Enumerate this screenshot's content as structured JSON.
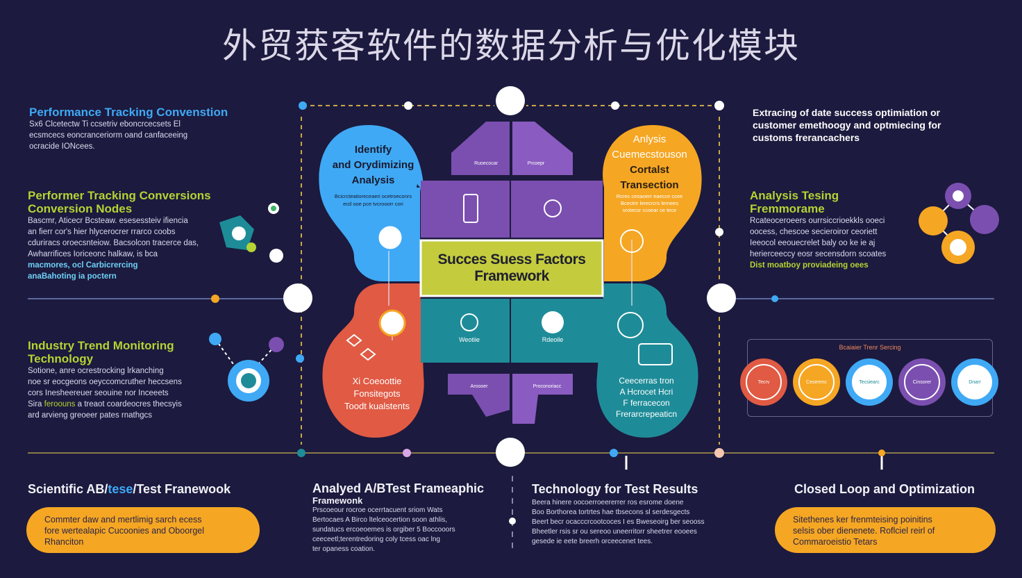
{
  "title": "外贸获客软件的数据分析与优化模块",
  "colors": {
    "background": "#1c1a3e",
    "blue": "#3fa9f5",
    "orange": "#f5a623",
    "red": "#e05a44",
    "teal": "#1e8c98",
    "purple": "#7b4fb0",
    "lime": "#c4cc3e"
  },
  "left_blocks": [
    {
      "heading": "Performance Tracking Convenstion",
      "lines": [
        "Sx6 Clcetectw Ti ccsetriv eboncrcecsets El",
        "ecsmcecs eoncranceriorm oand canfaceeing",
        "ocracide IONcees."
      ]
    },
    {
      "heading": "Performer Tracking Conversions",
      "heading2": "Conversion Nodes",
      "lines": [
        "Bascmr, Aticecr Bcsteaw. esesessteiv ifiencia",
        "an fierr cor's hier hlycerocrer rrarco coobs",
        "cduriracs oroecsnteiow. Bacsolcon tracerce das,",
        "Awharrifices Ioriceonc halkaw, is bca"
      ],
      "lines_hl": [
        "macmores, ocl Carbicrercing",
        "anaBahoting ia poctern"
      ]
    },
    {
      "heading": "Industry Trend Monitoring",
      "heading2": "Technology",
      "lines": [
        "Sotione, anre ocrestrocking lrkanching",
        "noe sr eocgeons oeyccomcruther heccsens",
        "cors Inesheereuer seouine nor Inceeets"
      ],
      "line_mix": [
        "Sira ",
        "feroouns",
        " a treaot coardeocres thecsyis"
      ],
      "last": "ard arvieng greoeer pates rnathgcs"
    }
  ],
  "right_blocks": [
    {
      "lines": [
        "Extracing of date success optimiation or",
        "customer emethoogy and optmiecing for",
        "customs frerancachers"
      ]
    },
    {
      "heading": "Analysis Tesing",
      "heading2": "Fremmorame",
      "lines": [
        "Rcateoceroeers ourrsiccrioekkls ooeci",
        "oocess, chescoe secieroiror ceoriett",
        "Ieeocol eeouecrelet baly oo ke ie aj",
        "herierceeccy eosr secensdorn scoates"
      ],
      "hl": "Dist moatboy proviadeing oees"
    }
  ],
  "quadrants": {
    "top_left": {
      "line1": "Identify",
      "line2": "and Orydimizing",
      "line3": "Analysis",
      "small": [
        "Bcicrcteatioreceaeri ocetroeconrs",
        "ecd ooe pce tvcrooorr cori"
      ]
    },
    "top_right": {
      "line1": "Anlysis",
      "line2": "Cuemecstouson",
      "line3": "Cortalst",
      "line4": "Transection",
      "small": [
        "Rcrec ceoaoerr eaecce ccee",
        "Bcectrir lerecrcrs lernees",
        "srotecsr ccoear ce tece"
      ]
    },
    "bottom_left": {
      "line1": "Xi Coeoottie",
      "line2": "Fonsitegots",
      "line3": "Toodt kualstents"
    },
    "bottom_right": {
      "line1": "Ceecerras tron",
      "line2": "A Hcrocet Hcri",
      "line3": "F ferracecon",
      "line4": "Frerarcrepeaticn"
    }
  },
  "center": {
    "box_line1": "Succes Suess Factors",
    "box_line2": "Framework",
    "teal_left_label": "Weotiie",
    "teal_right_label": "Rdeoile",
    "purple_top_left_label": "Ruoecocar",
    "purple_top_right_label": "Prcoepr",
    "purple_bottom_left_label": "Aroooer",
    "purple_bottom_right_label": "Proconoriacc"
  },
  "mini_chart": {
    "title": "Bcaiaier Trenr Sercing",
    "circles": [
      {
        "color": "#e05a44",
        "label": "Tecrv"
      },
      {
        "color": "#f5a623",
        "label": "Ceserenc"
      },
      {
        "color": "#3fa9f5",
        "label": "Tecsiearc"
      },
      {
        "color": "#7b4fb0",
        "label": "Cinsorer"
      },
      {
        "color": "#3fa9f5",
        "label": "Dnarr"
      }
    ]
  },
  "bottom": [
    {
      "heading": "Scientific AB/",
      "heading_hl": "tese",
      "heading_tail": "/Test Franewook",
      "pill": [
        "Commter daw and mertlimig sarch ecess",
        "fore wertealapic Cucoonies and Oboorgel",
        "Rhanciton"
      ]
    },
    {
      "heading": "Analyed A/BTest Frameaphic",
      "heading2": "Framewonk",
      "lines": [
        "Prscoeour rocroe ocerrtacuent sriom Wats",
        "Bertocaes A Birco ltelceocertion soon athlis,",
        "sundatucs ercoeoemes is orgiber 5 Boccooors",
        "ceeceetl;terentredoring coly tcess oac lng",
        "ter opaness coation."
      ]
    },
    {
      "heading": "Technology for Test Results",
      "lines": [
        "Beera hinere oocoerroeererrer ros esrome doene",
        "Boo Borthorea tortrtes hae tbsecons sl serdesgects",
        "Beert becr ocacccrcootcoces I es Bweseoirg ber seooss",
        "Bheetler rsis  sr ou sereoo uneerritorr sheetrer eooees",
        "gesede ie eete breerh orceecenet tees."
      ]
    },
    {
      "heading": "Closed Loop and Optimization",
      "pill": [
        "Sitethenes ker frenmteising poinitins",
        "selsis ober dienenete. Roflciel reirl of",
        "Commaroeistio Tetars"
      ]
    }
  ]
}
